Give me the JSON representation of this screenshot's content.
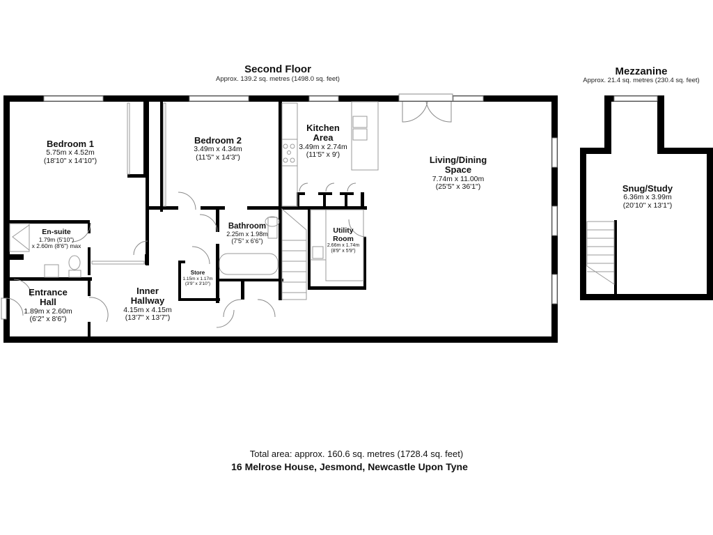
{
  "floors": {
    "second": {
      "title": "Second Floor",
      "area": "Approx. 139.2 sq. metres (1498.0 sq. feet)"
    },
    "mezzanine": {
      "title": "Mezzanine",
      "area": "Approx. 21.4 sq. metres (230.4 sq. feet)"
    }
  },
  "rooms": {
    "bedroom1": {
      "name": "Bedroom 1",
      "metric": "5.75m x 4.52m",
      "imperial": "(18'10\" x 14'10\")"
    },
    "bedroom2": {
      "name": "Bedroom 2",
      "metric": "3.49m x 4.34m",
      "imperial": "(11'5\" x 14'3\")"
    },
    "kitchen": {
      "name_line1": "Kitchen",
      "name_line2": "Area",
      "metric": "3.49m x 2.74m",
      "imperial": "(11'5\" x 9')"
    },
    "living": {
      "name_line1": "Living/Dining",
      "name_line2": "Space",
      "metric": "7.74m x 11.00m",
      "imperial": "(25'5\" x 36'1\")"
    },
    "ensuite": {
      "name": "En-suite",
      "line1": "1.79m (5'10\")",
      "line2": "x 2.60m (8'6\") max"
    },
    "bathroom": {
      "name": "Bathroom",
      "metric": "2.25m x 1.98m",
      "imperial": "(7'5\" x 6'6\")"
    },
    "utility": {
      "name_line1": "Utility",
      "name_line2": "Room",
      "metric": "2.66m x 1.74m",
      "imperial": "(8'9\" x 5'9\")"
    },
    "store": {
      "name": "Store",
      "metric": "1.15m x 1.17m",
      "imperial": "(3'9\" x 3'10\")"
    },
    "entrance": {
      "name_line1": "Entrance",
      "name_line2": "Hall",
      "metric": "1.89m x 2.60m",
      "imperial": "(6'2\" x 8'6\")"
    },
    "inner": {
      "name_line1": "Inner",
      "name_line2": "Hallway",
      "metric": "4.15m x 4.15m",
      "imperial": "(13'7\" x 13'7\")"
    },
    "snug": {
      "name": "Snug/Study",
      "metric": "6.36m x 3.99m",
      "imperial": "(20'10\" x 13'1\")"
    }
  },
  "footer": {
    "total_area": "Total area: approx. 160.6 sq. metres (1728.4 sq. feet)",
    "address": "16 Melrose House, Jesmond, Newcastle Upon Tyne"
  },
  "colors": {
    "wall": "#000000",
    "fixture": "#9a9a9a",
    "background": "#ffffff"
  }
}
